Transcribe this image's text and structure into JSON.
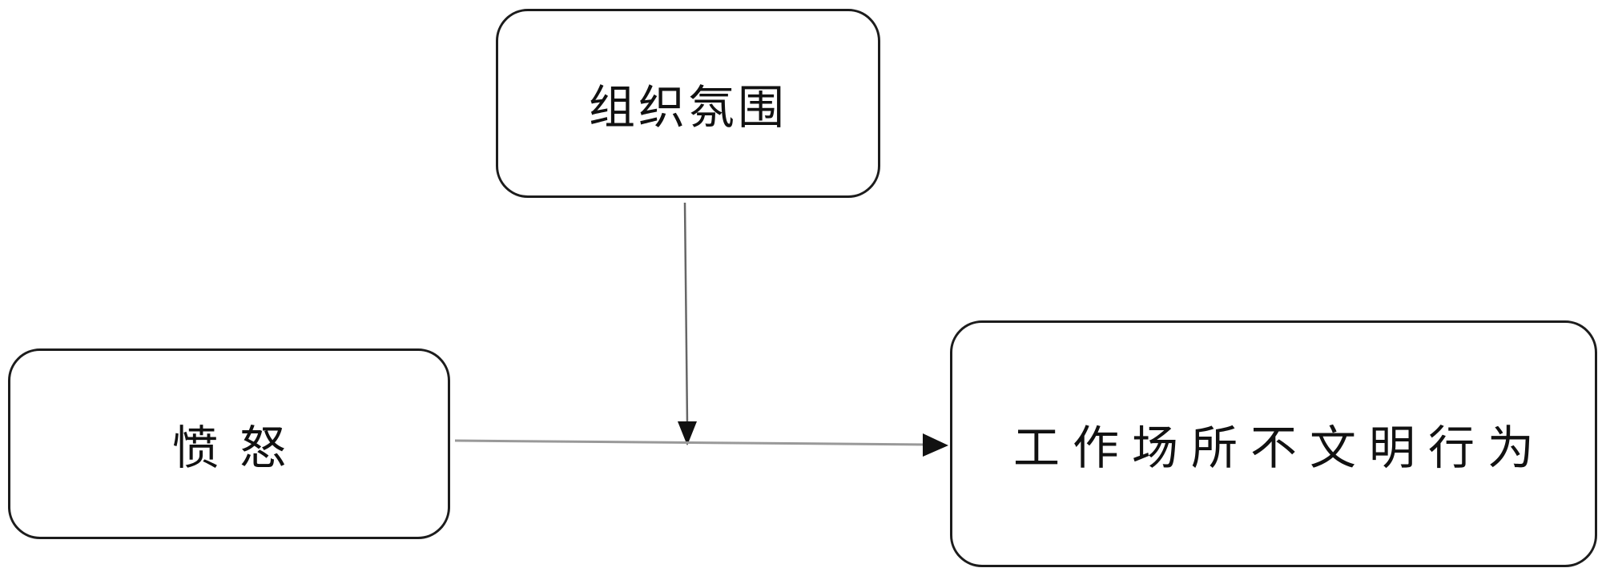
{
  "nodes": {
    "climate": {
      "label": "组织氛围"
    },
    "anger": {
      "label": "愤怒"
    },
    "incivility": {
      "label": "工作场所不文明行为"
    }
  },
  "edges": [
    {
      "from": "anger",
      "to": "incivility",
      "type": "direct-effect"
    },
    {
      "from": "climate",
      "to": "anger→incivility",
      "type": "moderation"
    }
  ],
  "colors": {
    "box_border": "#1c1c1c",
    "arrow_line": "#666666",
    "arrow_head": "#111111"
  }
}
